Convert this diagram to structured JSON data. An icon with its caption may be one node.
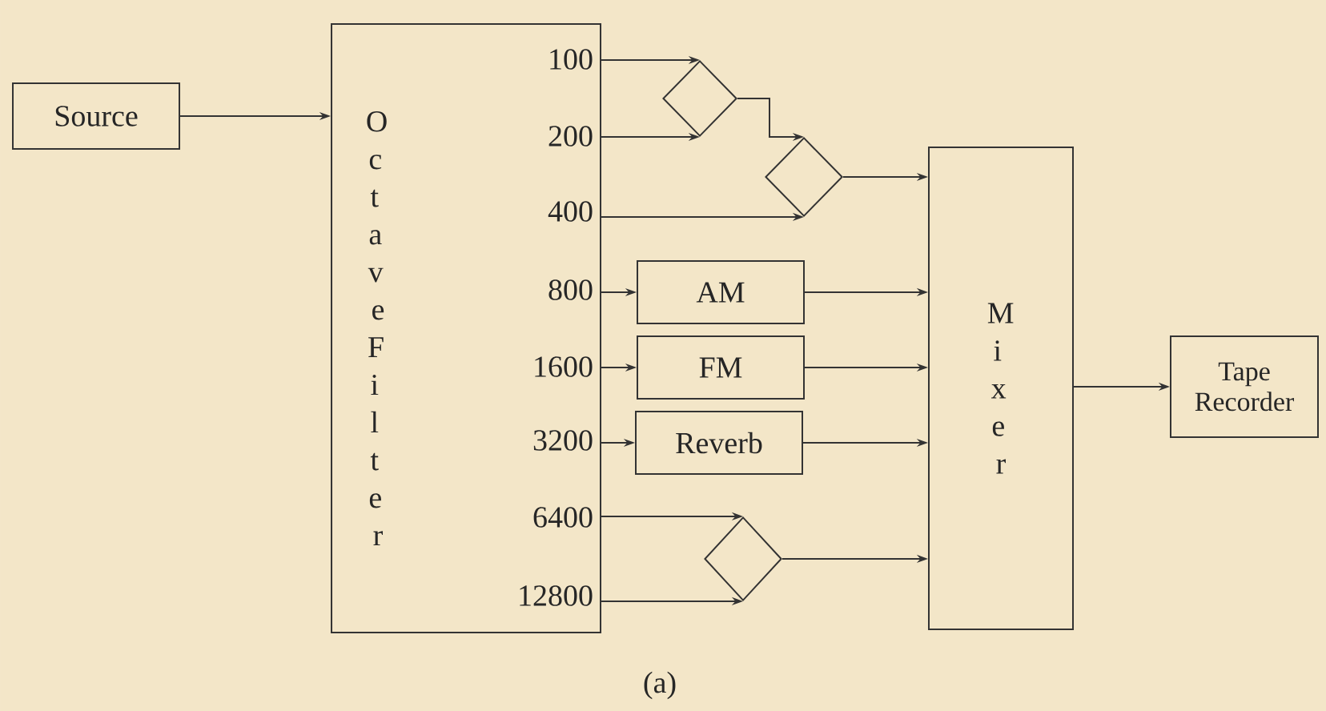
{
  "diagram": {
    "caption": "(a)",
    "nodes": [
      {
        "text": [
          "Source"
        ]
      },
      {
        "text": [
          "Octave Filter"
        ]
      },
      {
        "text": [],
        "shape": "diamond"
      },
      {
        "text": [],
        "shape": "diamond"
      },
      {
        "text": [
          "AM"
        ]
      },
      {
        "text": [
          "FM"
        ]
      },
      {
        "text": [
          "Reverb"
        ]
      },
      {
        "text": [],
        "shape": "diamond"
      },
      {
        "text": [
          "Mixer"
        ]
      },
      {
        "text": [
          "Tape Recorder"
        ]
      }
    ],
    "edges": [
      {
        "from": 0,
        "to": 1,
        "arrow": "to"
      },
      {
        "from": 1,
        "to": 2,
        "arrow": "to"
      },
      {
        "from": 1,
        "to": 2,
        "arrow": "to"
      },
      {
        "from": 2,
        "to": 3,
        "arrow": "to"
      },
      {
        "from": 1,
        "to": 3,
        "arrow": "to"
      },
      {
        "from": 3,
        "to": 8,
        "arrow": "to"
      },
      {
        "from": 1,
        "to": 4,
        "arrow": "to"
      },
      {
        "from": 1,
        "to": 5,
        "arrow": "to"
      },
      {
        "from": 1,
        "to": 6,
        "arrow": "to"
      },
      {
        "from": 4,
        "to": 8,
        "arrow": "to"
      },
      {
        "from": 5,
        "to": 8,
        "arrow": "to"
      },
      {
        "from": 6,
        "to": 8,
        "arrow": "to"
      },
      {
        "from": 1,
        "to": 7,
        "arrow": "to"
      },
      {
        "from": 1,
        "to": 7,
        "arrow": "to"
      },
      {
        "from": 7,
        "to": 8,
        "arrow": "to"
      },
      {
        "from": 8,
        "to": 9,
        "arrow": "to"
      }
    ],
    "labels": [
      "100",
      "200",
      "400",
      "800",
      "1600",
      "3200",
      "6400",
      "12800"
    ]
  }
}
